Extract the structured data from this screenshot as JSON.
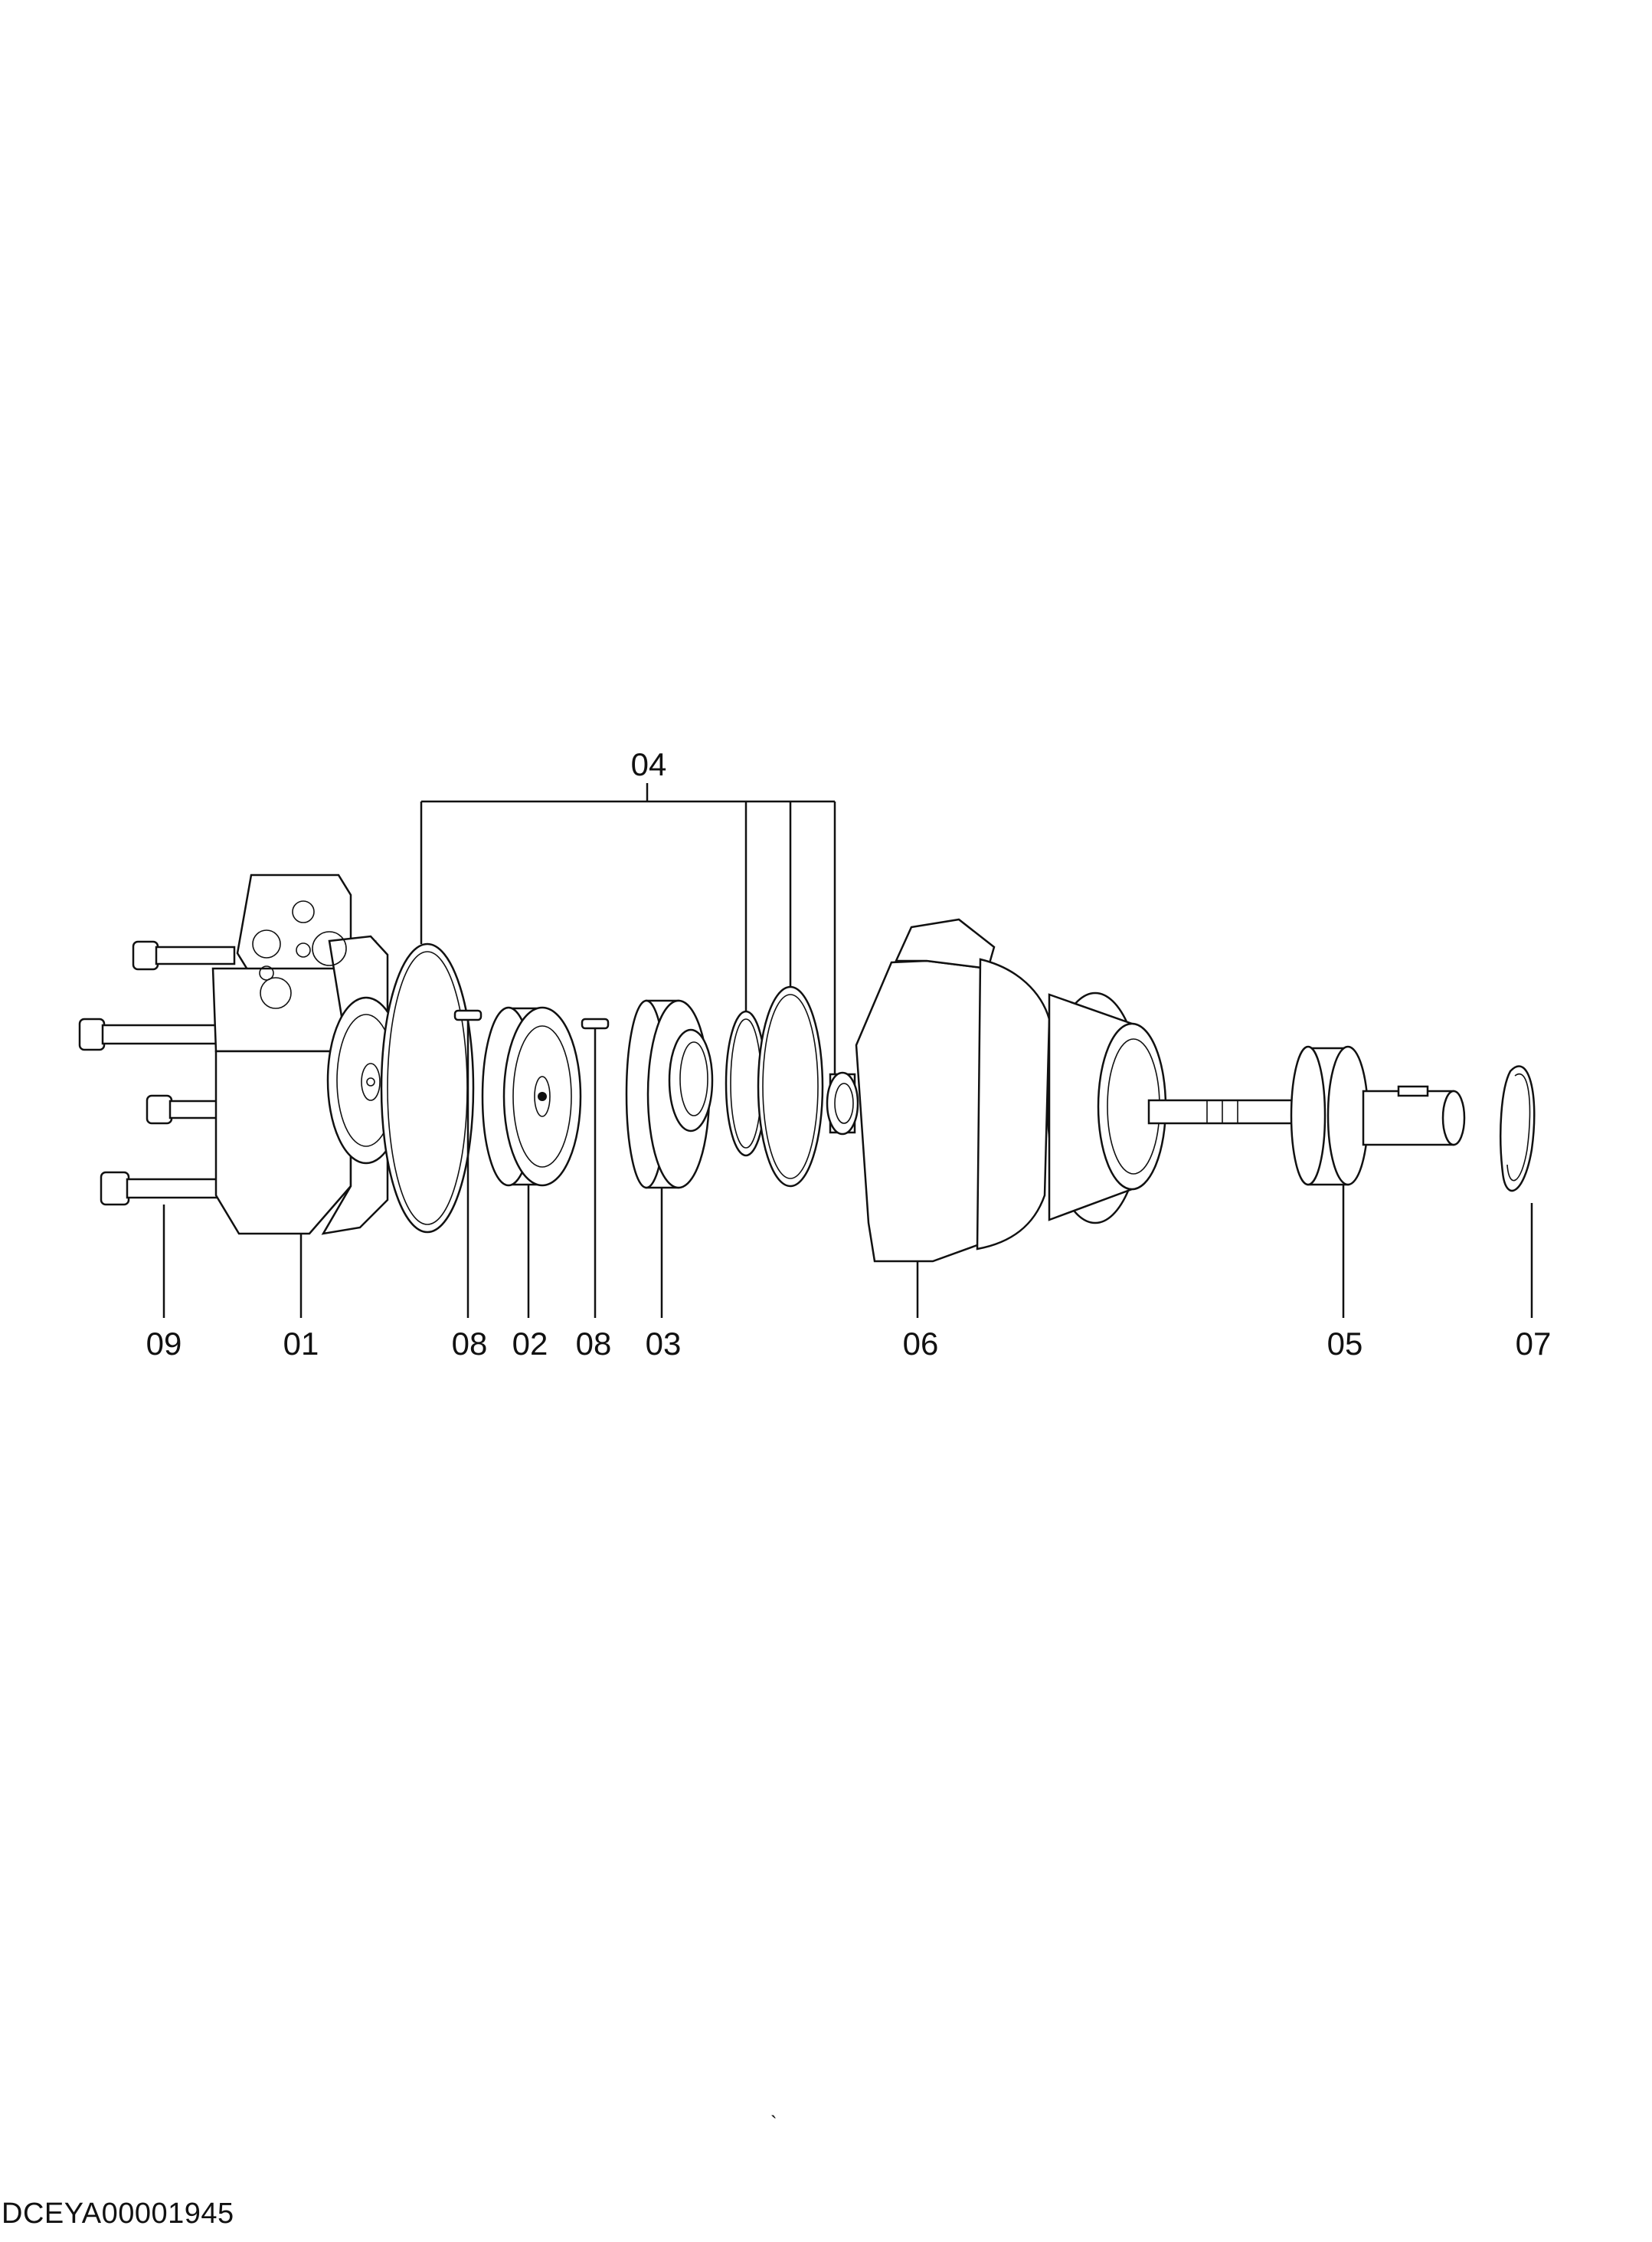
{
  "callouts": {
    "c04": "04",
    "c09": "09",
    "c01": "01",
    "c08a": "08",
    "c02": "02",
    "c08b": "08",
    "c03": "03",
    "c06": "06",
    "c05": "05",
    "c07": "07"
  },
  "document_id": "DCEYA00001945",
  "stray_mark": "`"
}
